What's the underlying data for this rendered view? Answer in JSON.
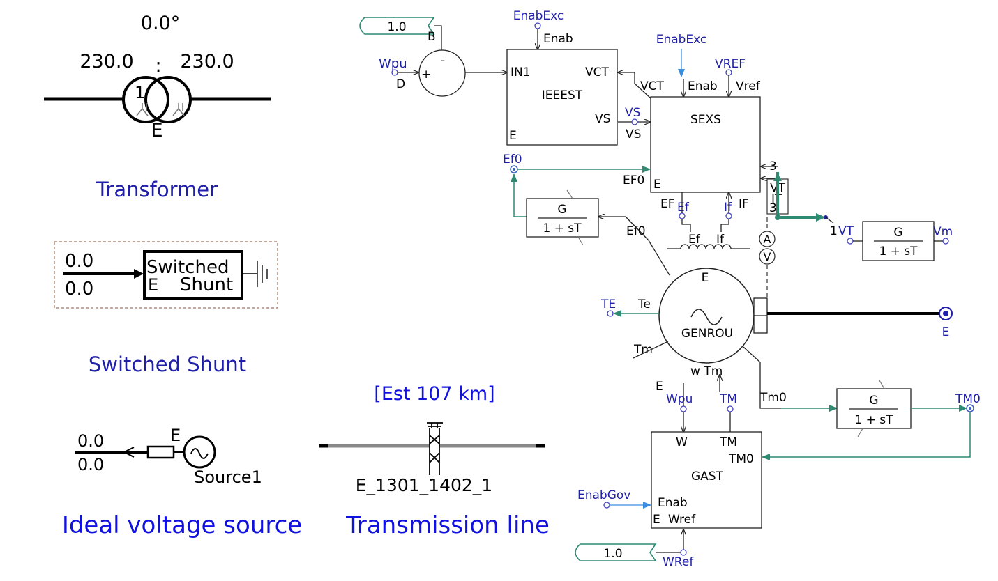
{
  "transformer": {
    "angle": "0.0°",
    "ratio_left": "230.0",
    "ratio_sep": ":",
    "ratio_right": "230.0",
    "winding": "1",
    "bus": "E",
    "caption": "Transformer"
  },
  "shunt": {
    "value_top": "0.0",
    "value_bottom": "0.0",
    "label_line1": "Switched",
    "label_line2": "Shunt",
    "bus": "E",
    "caption": "Switched Shunt"
  },
  "source": {
    "value_top": "0.0",
    "value_bottom": "0.0",
    "bus": "E",
    "name": "Source1",
    "caption": "Ideal voltage source"
  },
  "line": {
    "length": "[Est 107 km]",
    "name": "E_1301_1402_1",
    "caption": "Transmission line"
  },
  "sum": {
    "const": "1.0",
    "port_b": "B",
    "minus": "-",
    "plus": "+",
    "in_label": "Wpu",
    "port_d": "D"
  },
  "ieeest": {
    "enab_label": "EnabExc",
    "enab_port": "Enab",
    "in_port": "IN1",
    "vct_port": "VCT",
    "name": "IEEEST",
    "vs_port": "VS",
    "e_port": "E"
  },
  "sexs": {
    "enab_label": "EnabExc",
    "vref_label": "VREF",
    "vct_port": "VCT",
    "enab_port": "Enab",
    "vref_port": "Vref",
    "name": "SEXS",
    "vs_label": "VS",
    "vs_port": "VS",
    "ef0_label": "Ef0",
    "ef0_port": "EF0",
    "e_port": "E",
    "ef_port": "EF",
    "if_port": "IF",
    "ef_label": "Ef",
    "if_label": "If",
    "num3a": "3",
    "num3b": "3",
    "vt_box": "VT",
    "it_box": "IT"
  },
  "field": {
    "ef": "Ef",
    "if": "If"
  },
  "filter_ef0": {
    "g": "G",
    "den": "1 + sT",
    "out": "Ef0"
  },
  "filter_vt": {
    "one": "1",
    "in_label": "VT",
    "g": "G",
    "den": "1 + sT",
    "out": "Vm"
  },
  "meters": {
    "a": "A",
    "v": "V"
  },
  "genrou": {
    "e": "E",
    "name": "GENROU",
    "te_label": "TE",
    "te_port": "Te",
    "tm_port": "Tm",
    "w_tm": "w Tm",
    "tm0": "Tm0",
    "bus": "E"
  },
  "filter_tm0": {
    "g": "G",
    "den": "1 + sT",
    "out": "TM0"
  },
  "gast": {
    "e_top": "E",
    "wpu_label": "Wpu",
    "tm_label": "TM",
    "w_port": "W",
    "tm_port": "TM",
    "tm0_port": "TM0",
    "name": "GAST",
    "enab_label": "EnabGov",
    "enab_port": "Enab",
    "e_port": "E",
    "wref_port": "Wref",
    "const": "1.0",
    "wref_label": "WRef"
  }
}
